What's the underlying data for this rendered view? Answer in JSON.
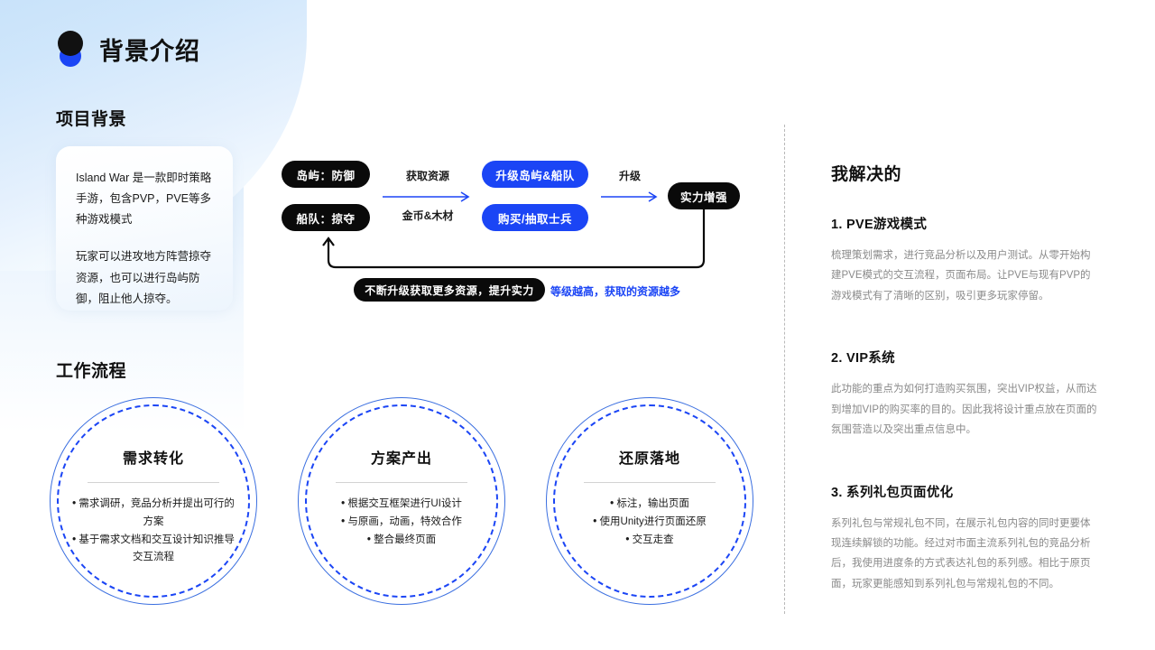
{
  "header": {
    "title": "背景介绍",
    "logo_icon": "two-circles-logo-icon",
    "logo_black": "#111111",
    "logo_blue": "#1b45f5"
  },
  "colors": {
    "accent_blue": "#1b45f5",
    "black_pill": "#0a0a0a",
    "background_blue": "#bddcf7",
    "muted_text": "#8a8a8a"
  },
  "project_background": {
    "title": "项目背景",
    "card": {
      "paragraph_1": "Island War 是一款即时策略手游，包含PVP，PVE等多种游戏模式",
      "paragraph_2": "玩家可以进攻地方阵营掠夺资源，也可以进行岛屿防御，阻止他人掠夺。"
    }
  },
  "flow": {
    "nodes": {
      "island": "岛屿：防御",
      "fleet": "船队：掠夺",
      "upgrade": "升级岛屿&船队",
      "buy": "购买/抽取士兵",
      "power": "实力增强"
    },
    "arrow_1": {
      "label_top": "获取资源",
      "label_bottom": "金币&木材"
    },
    "arrow_2": {
      "label_top": "升级",
      "label_bottom": ""
    },
    "loop_note_pill": "不断升级获取更多资源，提升实力",
    "loop_note_blue": "等级越高，获取的资源越多"
  },
  "workflow": {
    "title": "工作流程",
    "circles": [
      {
        "title": "需求转化",
        "items": [
          "需求调研，竞品分析并提出可行的方案",
          "基于需求文档和交互设计知识推导交互流程"
        ]
      },
      {
        "title": "方案产出",
        "items": [
          "根据交互框架进行UI设计",
          "与原画，动画，特效合作",
          "整合最终页面"
        ]
      },
      {
        "title": "还原落地",
        "items": [
          "标注，输出页面",
          "使用Unity进行页面还原",
          "交互走查"
        ]
      }
    ]
  },
  "solutions": {
    "title": "我解决的",
    "items": [
      {
        "title": "1. PVE游戏模式",
        "body": "梳理策划需求，进行竞品分析以及用户测试。从零开始构建PVE模式的交互流程，页面布局。让PVE与现有PVP的游戏模式有了清晰的区别，吸引更多玩家停留。"
      },
      {
        "title": "2. VIP系统",
        "body": "此功能的重点为如何打造购买氛围，突出VIP权益，从而达到增加VIP的购买率的目的。因此我将设计重点放在页面的氛围营造以及突出重点信息中。"
      },
      {
        "title": "3. 系列礼包页面优化",
        "body": "系列礼包与常规礼包不同，在展示礼包内容的同时更要体现连续解锁的功能。经过对市面主流系列礼包的竞品分析后，我使用进度条的方式表达礼包的系列感。相比于原页面，玩家更能感知到系列礼包与常规礼包的不同。"
      }
    ]
  }
}
